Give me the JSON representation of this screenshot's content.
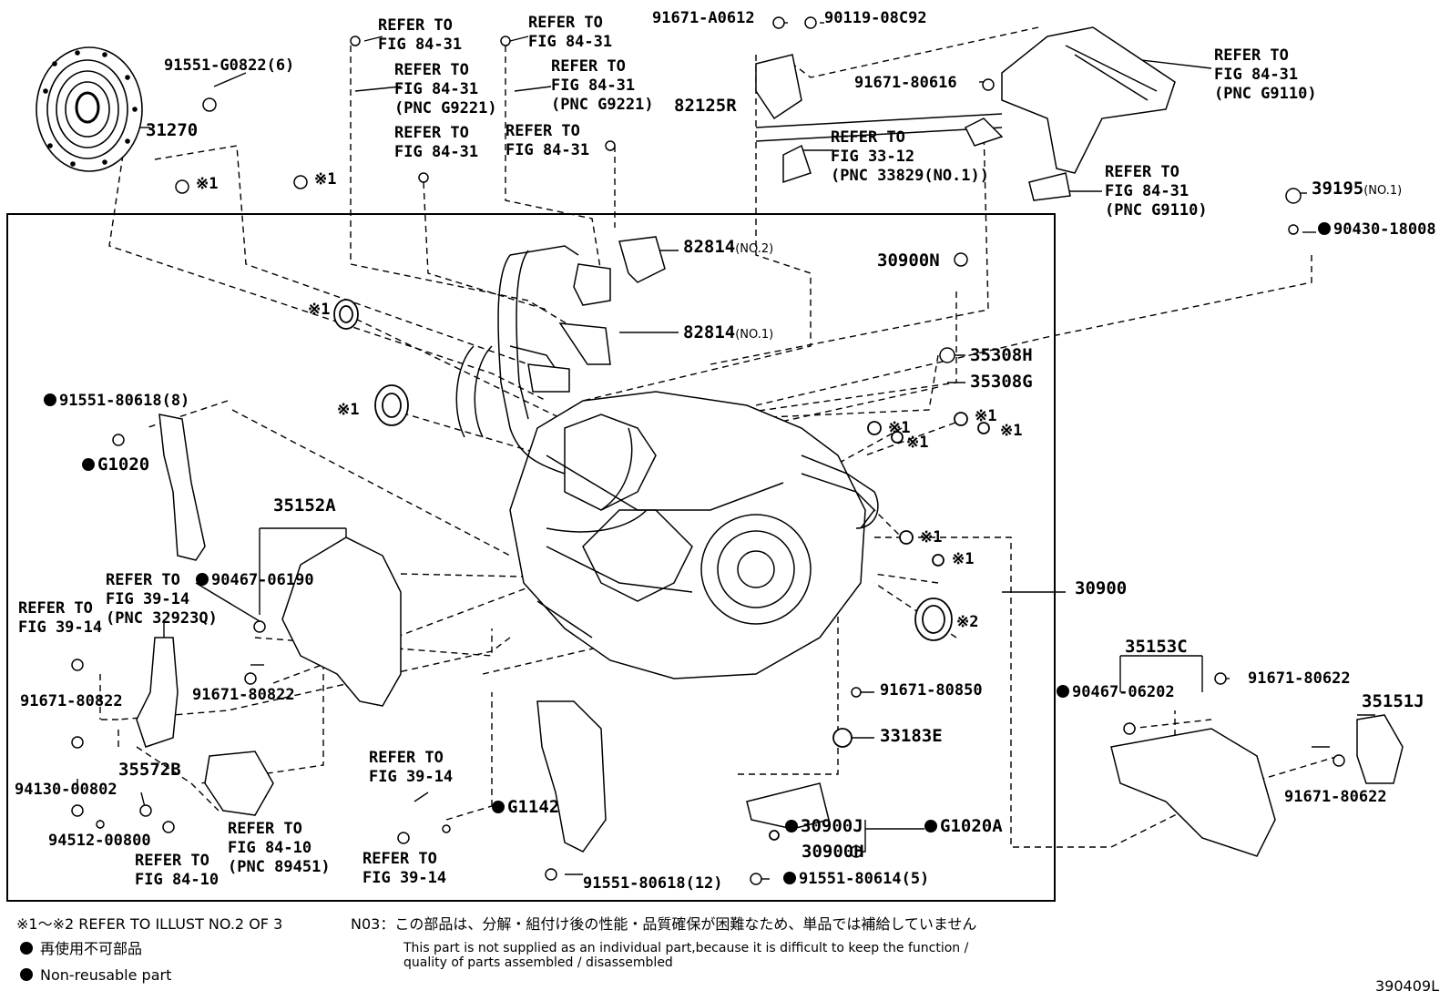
{
  "labels": {
    "l31270": "31270",
    "l91551_G0822": "91551-G0822(6)",
    "l_r1a_1": "REFER TO",
    "l_r1a_2": "FIG 84-31",
    "l_r1b_1": "REFER TO",
    "l_r1b_2": "FIG 84-31",
    "l_r1b_3": "(PNC G9221)",
    "l_r1c_1": "REFER TO",
    "l_r1c_2": "FIG 84-31",
    "l_r2a_1": "REFER TO",
    "l_r2a_2": "FIG 84-31",
    "l_r2b_1": "REFER TO",
    "l_r2b_2": "FIG 84-31",
    "l_r2b_3": "(PNC G9221)",
    "l_r2c_1": "REFER TO",
    "l_r2c_2": "FIG 84-31",
    "l91671_A0612": "91671-A0612",
    "l90119_08C92": "90119-08C92",
    "l82125R": "82125R",
    "l91671_80616": "91671-80616",
    "l_r33_1": "REFER TO",
    "l_r33_2": "FIG 33-12",
    "l_r33_3": "(PNC 33829(NO.1))",
    "l_rg9110a_1": "REFER TO",
    "l_rg9110a_2": "FIG 84-31",
    "l_rg9110a_3": "(PNC G9110)",
    "l_rg9110b_1": "REFER TO",
    "l_rg9110b_2": "FIG 84-31",
    "l_rg9110b_3": "(PNC G9110)",
    "l39195": "39195",
    "l39195_sub": "(NO.1)",
    "l90430": "90430-18008",
    "l82814_2": "82814",
    "l82814_2_sub": "(NO.2)",
    "l82814_1": "82814",
    "l82814_1_sub": "(NO.1)",
    "l30900N": "30900N",
    "l35308H": "35308H",
    "l35308G": "35308G",
    "lx1_a": "※1",
    "lx1_b": "※1",
    "lx1_c": "※1",
    "lx1_d": "※1",
    "lx1_e": "※1",
    "lx1_f": "※1",
    "lx1_g": "※1",
    "lx1_h": "※1",
    "lx1_i": "※1",
    "lx1_j": "※1",
    "lx2": "※2",
    "l91551_80618_8": "91551-80618(8)",
    "lG1020": "G1020",
    "l35152A": "35152A",
    "l90467_06190": "90467-06190",
    "l_r3914a_1": "REFER TO",
    "l_r3914a_2": "FIG 39-14",
    "l_r3914a_3": "(PNC 32923Q)",
    "l_r3914b_1": "REFER TO",
    "l_r3914b_2": "FIG 39-14",
    "l91671_80822a": "91671-80822",
    "l91671_80822b": "91671-80822",
    "l35572B": "35572B",
    "l94130": "94130-00802",
    "l94512": "94512-00800",
    "l_r8410a_1": "REFER TO",
    "l_r8410a_2": "FIG 84-10",
    "l_r8410b_1": "REFER TO",
    "l_r8410b_2": "FIG 84-10",
    "l_r8410b_3": "(PNC 89451)",
    "l_r3914c_1": "REFER TO",
    "l_r3914c_2": "FIG 39-14",
    "l_r3914d_1": "REFER TO",
    "l_r3914d_2": "FIG 39-14",
    "lG1142": "G1142",
    "l91551_80618_12": "91551-80618(12)",
    "l30900": "30900",
    "l91671_80850": "91671-80850",
    "l33183E": "33183E",
    "l30900J": "30900J",
    "lG1020A": "G1020A",
    "l30900H": "30900H",
    "l91551_80614": "91551-80614(5)",
    "l35153C": "35153C",
    "l90467_06202": "90467-06202",
    "l91671_80622a": "91671-80622",
    "l91671_80622b": "91671-80622",
    "l35151J": "35151J"
  },
  "notes": {
    "refer_note": "※1～※2 REFER TO ILLUST NO.2 OF 3",
    "legend_jp": "再使用不可部品",
    "legend_en": "Non-reusable part",
    "n03_jp": "N03：この部品は、分解・組付け後の性能・品質確保が困難なため、単品では補給していません",
    "n03_en1": "This part is not supplied as an individual part,because it is difficult to keep the function /",
    "n03_en2": "quality of parts assembled / disassembled",
    "code": "390409L"
  }
}
